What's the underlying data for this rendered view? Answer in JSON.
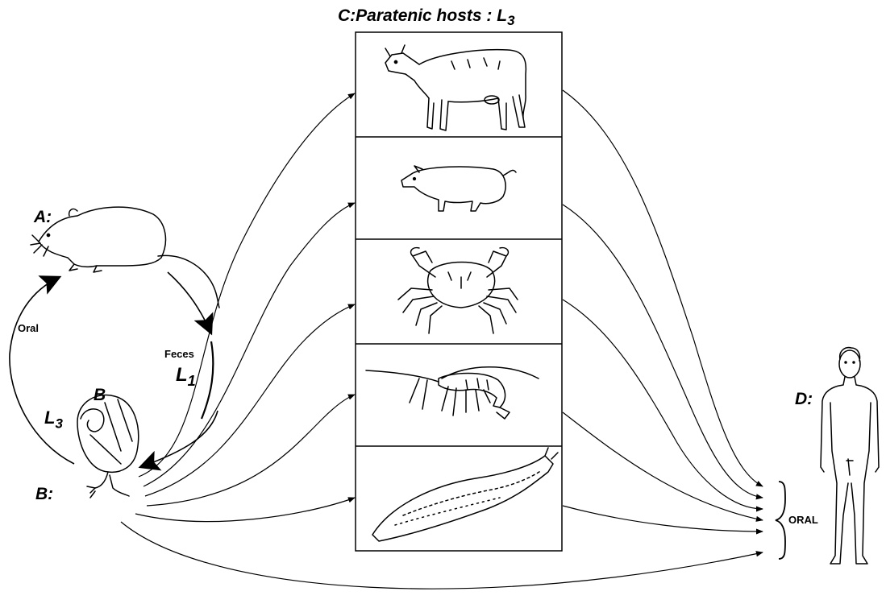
{
  "title": {
    "prefix": "C:",
    "text": "Paratenic hosts :",
    "stage": "L",
    "stage_sub": "3"
  },
  "labels": {
    "a": "A:",
    "b_top": "B",
    "b_bottom": "B:",
    "d": "D:",
    "oral_left": "Oral",
    "feces": "Feces",
    "l1": "L",
    "l1_sub": "1",
    "l3": "L",
    "l3_sub": "3",
    "oral_right": "ORAL"
  },
  "hosts": [
    "cow",
    "pig",
    "crab",
    "shrimp",
    "slug"
  ],
  "colors": {
    "ink": "#000000",
    "paper": "#ffffff"
  }
}
